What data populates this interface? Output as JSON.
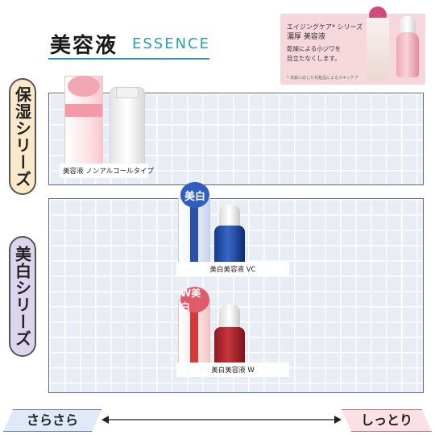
{
  "header": {
    "title_jp": "美容液",
    "title_en": "ESSENCE"
  },
  "aging_card": {
    "series": "エイジングケア* シリーズ",
    "name": "濃厚 美容液",
    "desc_line1": "乾燥による小ジワを",
    "desc_line2": "目立たなくします。",
    "note": "* 年齢に応じた化粧品によるスキンケア"
  },
  "series": {
    "moist": "保湿シリーズ",
    "white": "美白シリーズ"
  },
  "products": {
    "nonalc_label": "美容液 ノンアルコールタイプ",
    "vc_label": "美白美容液 VC",
    "w_label": "美白美容液 W",
    "vc_badge": "美白",
    "w_badge": "W美白"
  },
  "scale": {
    "left": "さらさら",
    "right": "しっとり"
  },
  "colors": {
    "accent": "#2b9fb0",
    "moist_bg": "#fbe9c9",
    "white_bg": "#dbd6ee",
    "light_bg": "#dfe9f7",
    "rich_bg": "#fbe1e4"
  }
}
